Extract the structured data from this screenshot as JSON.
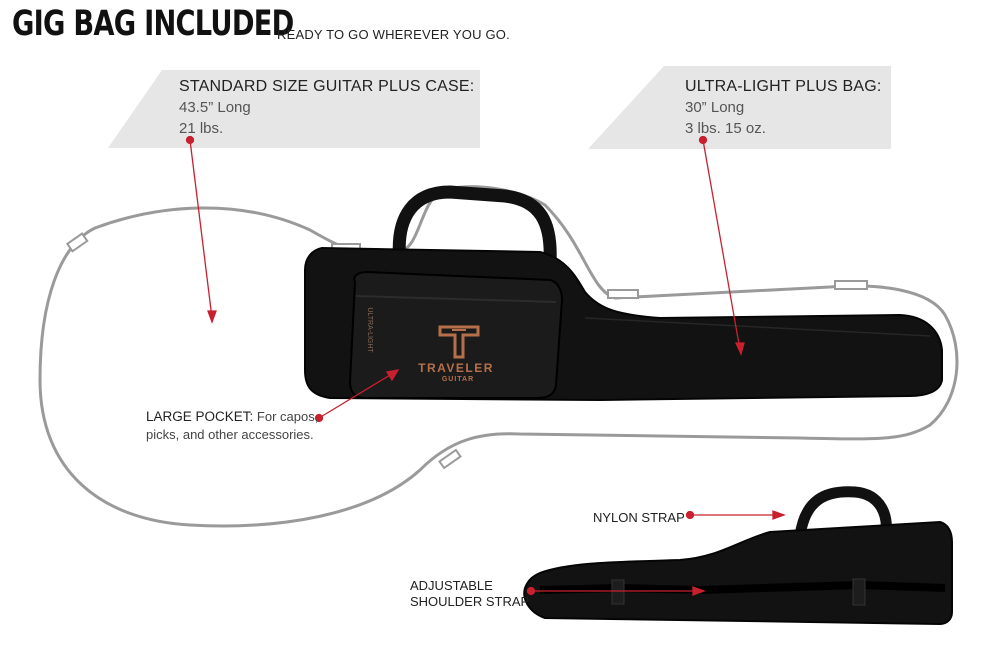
{
  "header": {
    "title": "GIG BAG INCLUDED",
    "tagline": "READY TO GO WHEREVER YOU GO."
  },
  "comparison": {
    "standard": {
      "heading": "STANDARD SIZE GUITAR PLUS CASE:",
      "length": "43.5” Long",
      "weight": "21 lbs."
    },
    "ultralight": {
      "heading": "ULTRA-LIGHT PLUS BAG:",
      "length": "30” Long",
      "weight": "3 lbs. 15 oz."
    }
  },
  "callouts": {
    "pocket_label": "LARGE POCKET:",
    "pocket_desc_1": "For capos,",
    "pocket_desc_2": "picks, and other accessories.",
    "nylon_strap": "NYLON STRAP",
    "shoulder_strap_1": "ADJUSTABLE",
    "shoulder_strap_2": "SHOULDER STRAP"
  },
  "bag_branding": {
    "logo_text": "TRAVELER",
    "logo_sub": "GUITAR",
    "side_text": "ULTRA-LIGHT"
  },
  "colors": {
    "panel_gray": "#e6e6e6",
    "pointer_red": "#c8202f",
    "bag_black": "#121212",
    "logo_copper": "#b5704a",
    "outline_gray": "#9a9a9a"
  },
  "icons": [
    "traveler-logo-icon",
    "pointer-dot-icon"
  ]
}
